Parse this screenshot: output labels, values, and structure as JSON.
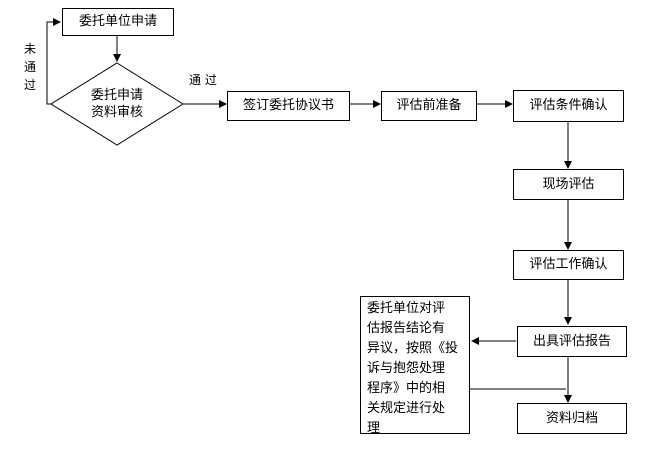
{
  "nodes": {
    "apply": "委托单位申请",
    "review_line1": "委托申请",
    "review_line2": "资料审核",
    "sign": "签订委托协议书",
    "prep": "评估前准备",
    "confirm_cond": "评估条件确认",
    "onsite": "现场评估",
    "confirm_work": "评估工作确认",
    "report": "出具评估报告",
    "archive": "资料归档",
    "objection": "委托单位对评\n估报告结论有\n异议，按照《投\n诉与抱怨处理\n程序》中的相\n关规定进行处\n理"
  },
  "edge_labels": {
    "fail": "未\n通\n过",
    "pass": "通 过"
  }
}
